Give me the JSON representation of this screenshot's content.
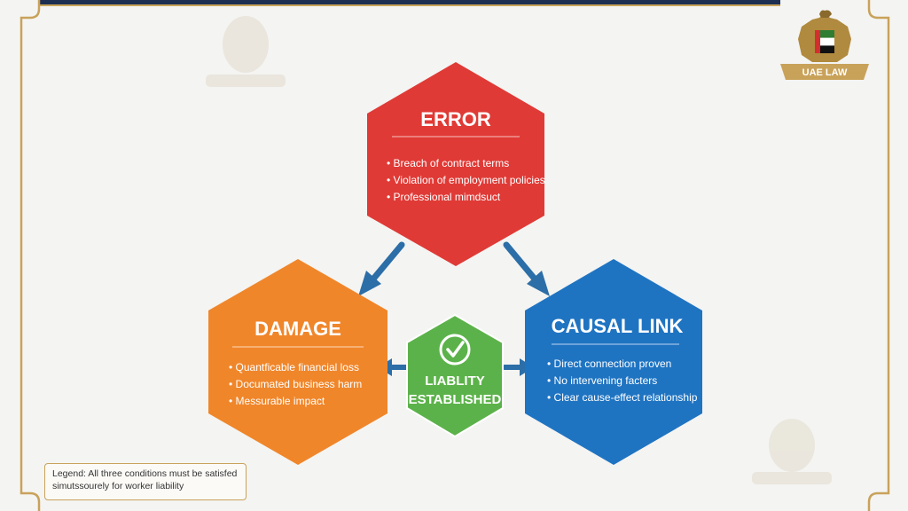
{
  "logo": {
    "text": "UAE LAW"
  },
  "error": {
    "title": "ERROR",
    "color": "#e03a36",
    "bullets": [
      "Breach of contract terms",
      "Violation of employment policies",
      "Professional mimdsuct"
    ]
  },
  "damage": {
    "title": "DAMAGE",
    "color": "#f0862a",
    "bullets": [
      "Quantficable financial loss",
      "Documated business harm",
      "Messurable impact"
    ]
  },
  "causal": {
    "title": "CAUSAL LINK",
    "color": "#1f74c2",
    "bullets": [
      "Direct connection proven",
      "No intervening facters",
      "Clear cause-effect relationship"
    ]
  },
  "center": {
    "line1": "LIABLITY",
    "line2": "ESTABLISHED",
    "color": "#5cb24a"
  },
  "legend": {
    "line1": "Legend: All three conditions must be satisfed",
    "line2": "simutssourely for worker liability"
  },
  "colors": {
    "frame_gold": "#c9a25a",
    "arrow_blue": "#2c6ea7",
    "navy": "#1c2f52"
  }
}
